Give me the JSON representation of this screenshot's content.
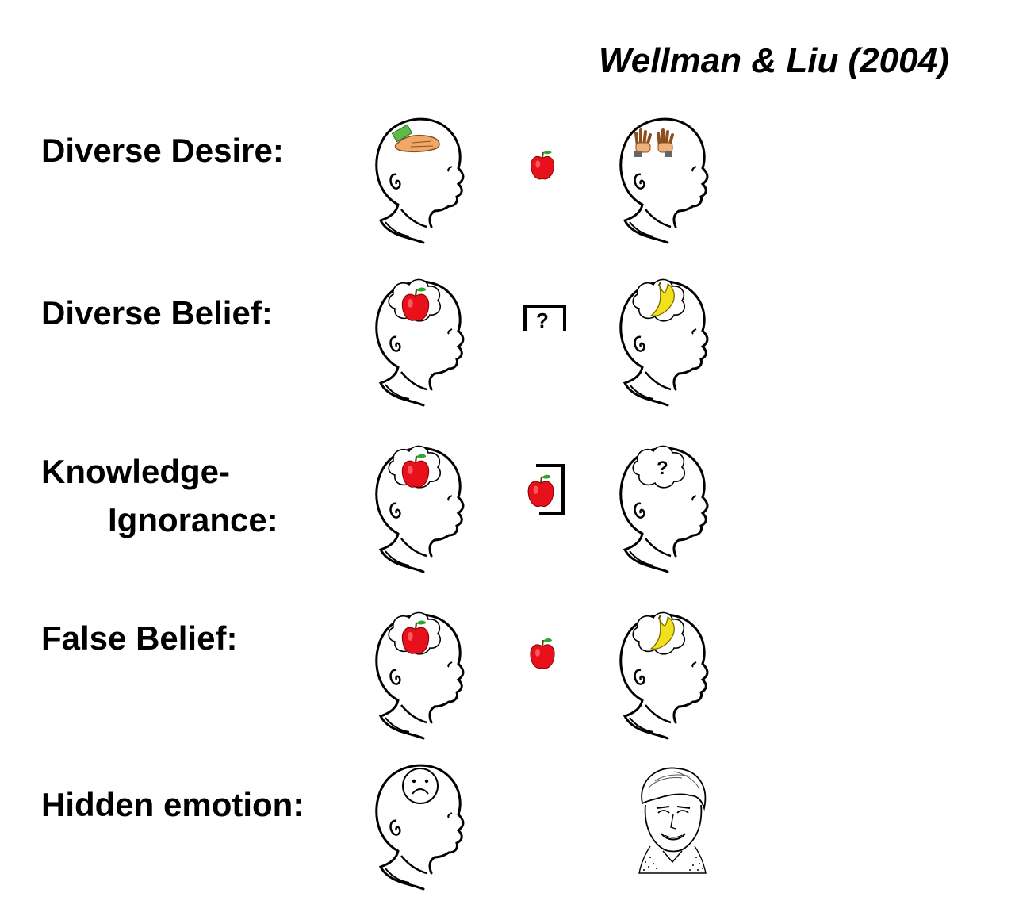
{
  "citation": "Wellman & Liu (2004)",
  "rows": [
    {
      "label": "Diverse Desire:",
      "left_head": "head-likes-icon",
      "center": "apple-icon",
      "right_head": "head-dislikes-icon"
    },
    {
      "label": "Diverse Belief:",
      "left_head": "head-thinks-apple-icon",
      "center": "closed-box-icon",
      "center_text": "?",
      "right_head": "head-thinks-banana-icon"
    },
    {
      "label_line1": "Knowledge-",
      "label_line2": "Ignorance:",
      "left_head": "head-thinks-apple-icon",
      "center": "apple-in-box-icon",
      "right_head": "head-thinks-question-icon",
      "thought_text": "?"
    },
    {
      "label": "False Belief:",
      "left_head": "head-thinks-apple-icon",
      "center": "apple-icon",
      "right_head": "head-thinks-banana-icon"
    },
    {
      "label": "Hidden emotion:",
      "left_head": "head-sad-face-icon",
      "right_head": "smiling-person-icon"
    }
  ],
  "colors": {
    "apple": "#e8101a",
    "banana": "#f2e01c",
    "leaf": "#2ea52b",
    "ink": "#000000"
  }
}
